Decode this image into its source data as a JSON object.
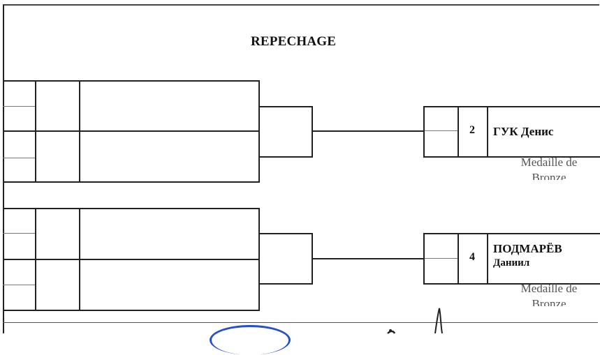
{
  "title": "REPECHAGE",
  "results": [
    {
      "seed": "2",
      "name": "ГУК Денис",
      "first_name": "",
      "medal_line1": "Medaille de",
      "medal_line2": "Bronze"
    },
    {
      "seed": "4",
      "name": "ПОДМАРЁВ",
      "first_name": "Даниил",
      "medal_line1": "Medaille de",
      "medal_line2": "Bronze"
    }
  ]
}
